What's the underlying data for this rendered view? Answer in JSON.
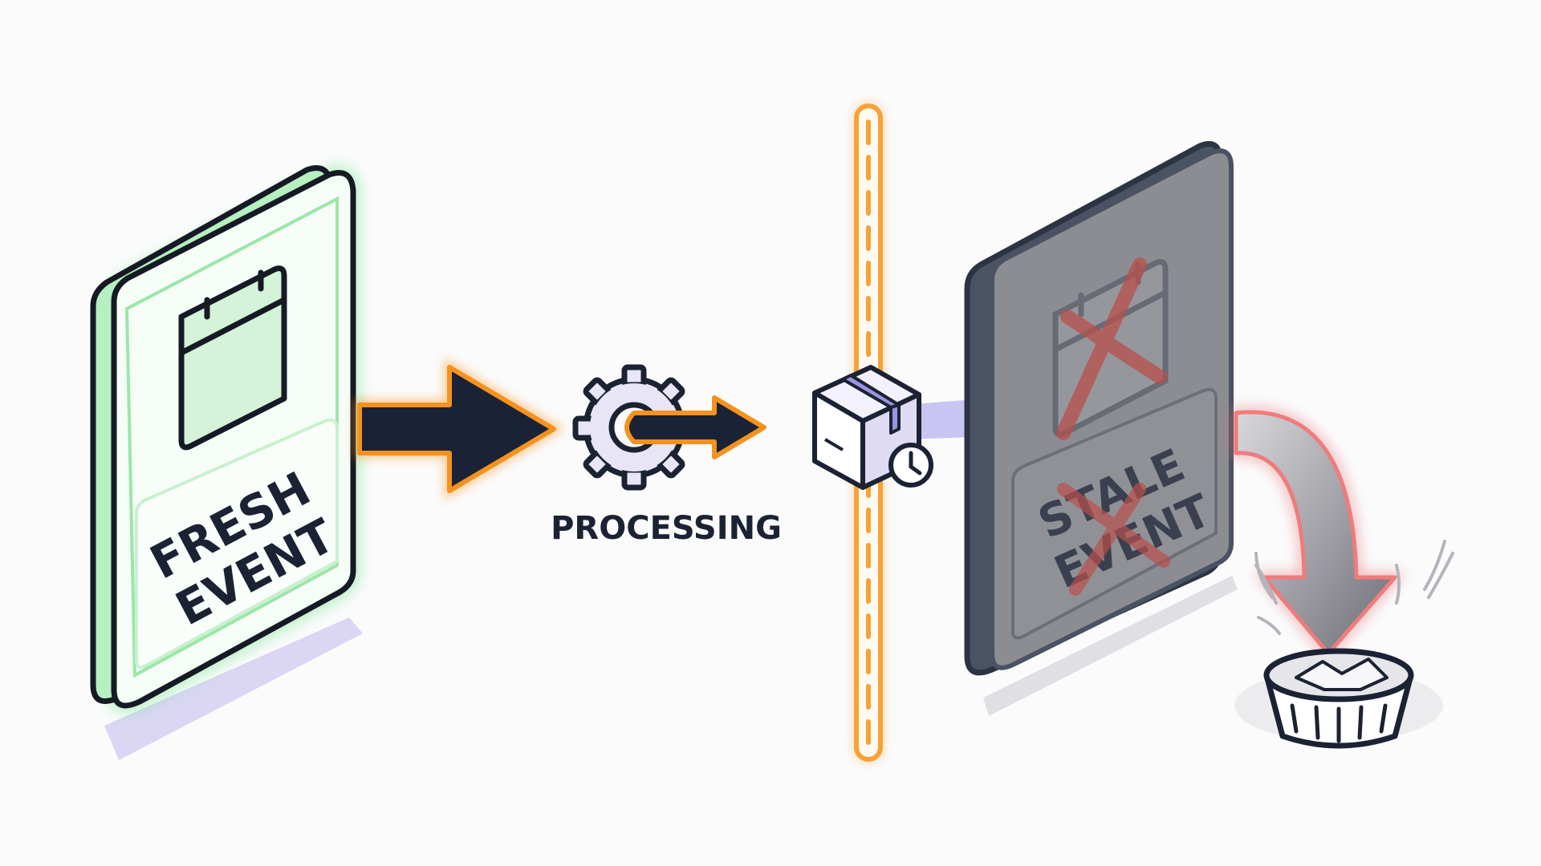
{
  "fresh_card": {
    "line1": "FRESH",
    "line2": "EVENT",
    "icon": "calendar-icon",
    "accent_color": "#4cd964"
  },
  "processing": {
    "label": "PROCESSING",
    "icon": "gear-icon",
    "arrow_color": "#f5921e"
  },
  "cutoff": {
    "icon": "package-icon",
    "badge_icon": "clock-icon",
    "line_color": "#f6a236"
  },
  "stale_card": {
    "line1": "STALE",
    "line2": "EVENT",
    "icon": "calendar-icon",
    "cross_color": "#c0504d"
  },
  "discard": {
    "icon": "trash-bin-icon",
    "arrow_color": "#e36a6a"
  }
}
